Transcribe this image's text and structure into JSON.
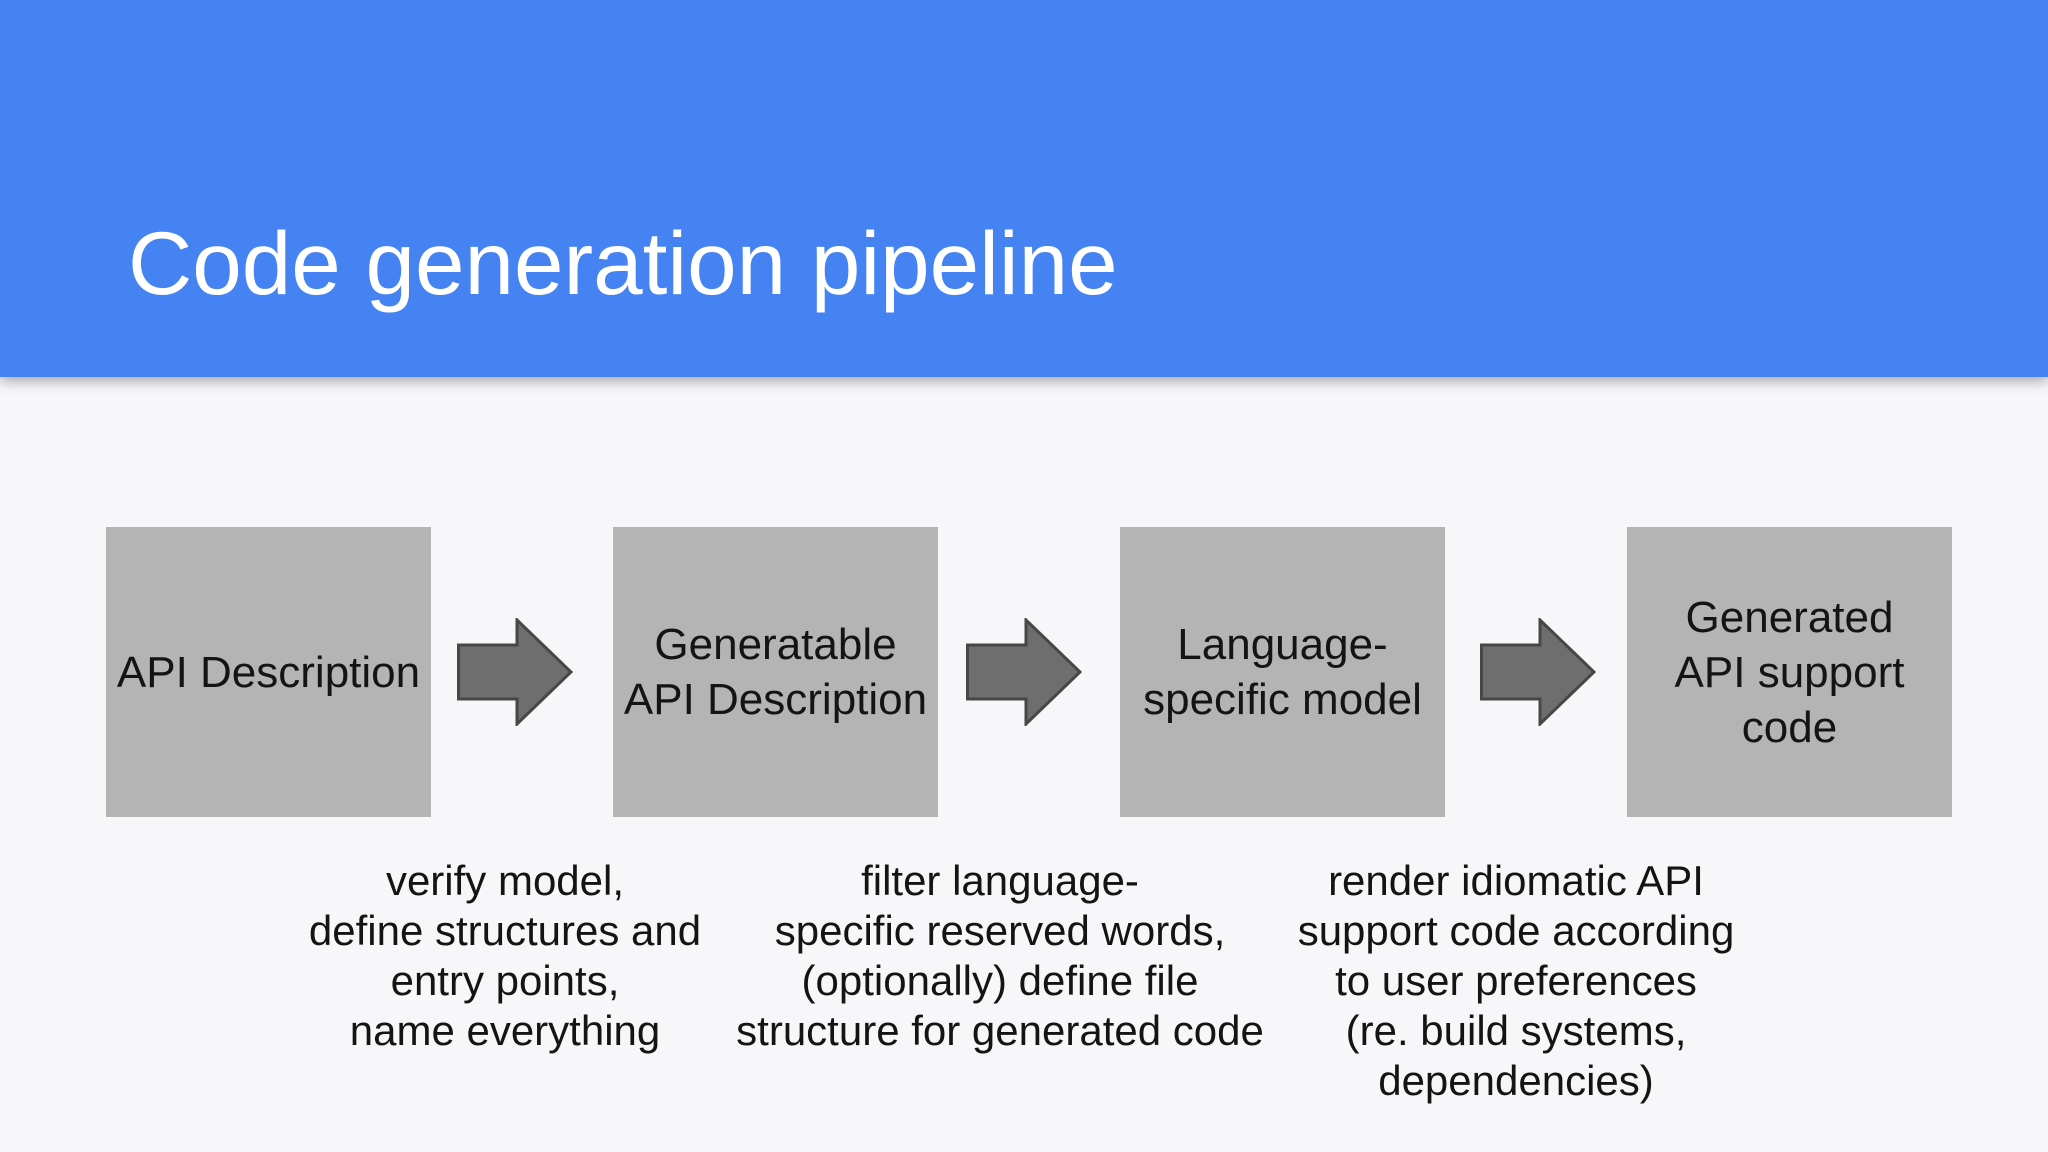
{
  "slide": {
    "title": "Code generation pipeline"
  },
  "pipeline": {
    "boxes": [
      {
        "label": "API Description"
      },
      {
        "label": "Generatable\nAPI Description"
      },
      {
        "label": "Language-\nspecific model"
      },
      {
        "label": "Generated\nAPI support\ncode"
      }
    ],
    "captions": [
      {
        "text": "verify model,\ndefine structures and\nentry points,\nname everything"
      },
      {
        "text": "filter language-\nspecific reserved words,\n(optionally) define file\nstructure for generated code"
      },
      {
        "text": "render idiomatic API\nsupport code according\nto user preferences\n(re. build systems,\ndependencies)"
      }
    ]
  },
  "colors": {
    "header_blue": "#4583f3",
    "background": "#f7f7f9",
    "box_fill": "#b4b4b4",
    "arrow_fill": "#6e6e6e",
    "arrow_stroke": "#474747",
    "title_text": "#ffffff",
    "body_text": "#141414"
  }
}
